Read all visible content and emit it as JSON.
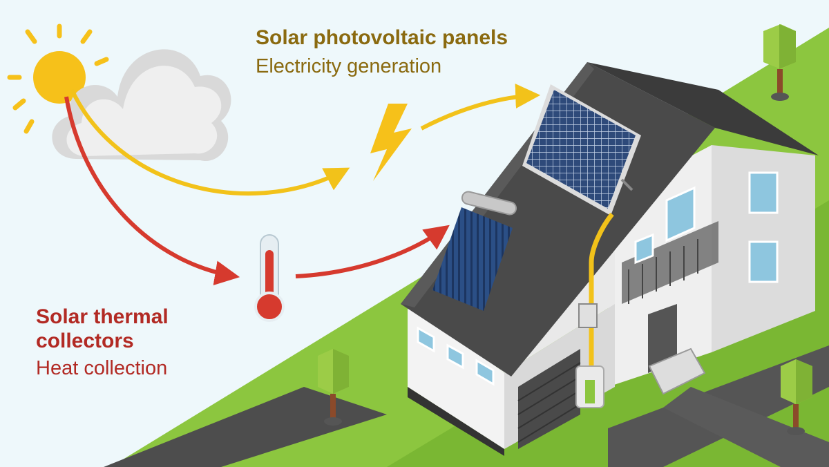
{
  "colors": {
    "pv_text": "#8a6a10",
    "thermal_text": "#b22a24",
    "arrow_yellow": "#f2c21a",
    "arrow_red": "#d63a2e",
    "grass": "#8cc63f",
    "roof": "#4a4a4a",
    "wall": "#e8e8e8",
    "sky": "#eef8fb"
  },
  "labels": {
    "pv_title": "Solar photovoltaic panels",
    "pv_subtitle": "Electricity generation",
    "thermal_title": "Solar thermal collectors",
    "thermal_subtitle": "Heat collection"
  },
  "icons": {
    "sun": "sun-icon",
    "cloud": "cloud-icon",
    "lightning": "lightning-icon",
    "thermometer": "thermometer-icon"
  }
}
